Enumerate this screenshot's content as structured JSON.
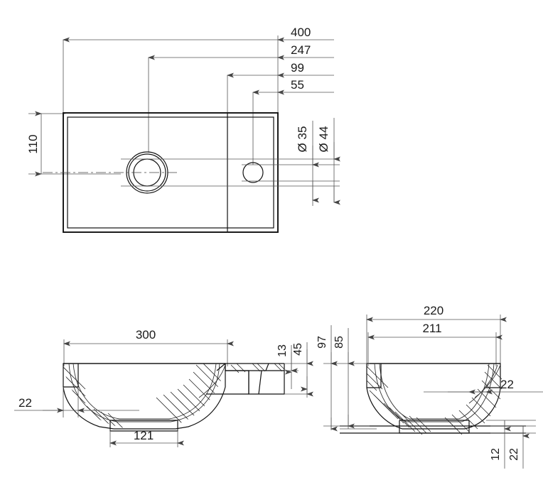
{
  "document": {
    "type": "engineering-drawing",
    "subject": "wall-hung wash basin",
    "units": "mm",
    "background_color": "#ffffff",
    "line_color": "#111111",
    "dimension_line_color": "#555555"
  },
  "views": {
    "top": {
      "name": "top-view",
      "dimensions": {
        "overall_width": "400",
        "drain_center_from_right": "247",
        "tap_hole_far_from_right": "99",
        "tap_hole_near_from_right": "55",
        "overall_depth": "110",
        "drain_diameter": "Ø 35",
        "drain_outer_diameter": "Ø 44"
      }
    },
    "front_section": {
      "name": "front-section-view",
      "dimensions": {
        "bowl_width": "300",
        "foot_width": "121",
        "left_offset": "22",
        "rim_thickness": "13",
        "body_height": "45"
      }
    },
    "side_section": {
      "name": "side-section-view",
      "dimensions": {
        "overall_depth": "220",
        "inner_depth": "211",
        "overall_height": "97",
        "bowl_height": "85",
        "rim_offset": "22",
        "base_height_inner": "12",
        "base_height_outer": "22"
      }
    }
  },
  "labels": {
    "d400": "400",
    "d247": "247",
    "d99": "99",
    "d55": "55",
    "d110": "110",
    "dia35": "Ø 35",
    "dia44": "Ø 44",
    "d300": "300",
    "d121": "121",
    "d22_left": "22",
    "d13": "13",
    "d45": "45",
    "d220": "220",
    "d211": "211",
    "d97": "97",
    "d85": "85",
    "d22_right": "22",
    "d12_bottom": "12",
    "d22_bottom": "22"
  }
}
